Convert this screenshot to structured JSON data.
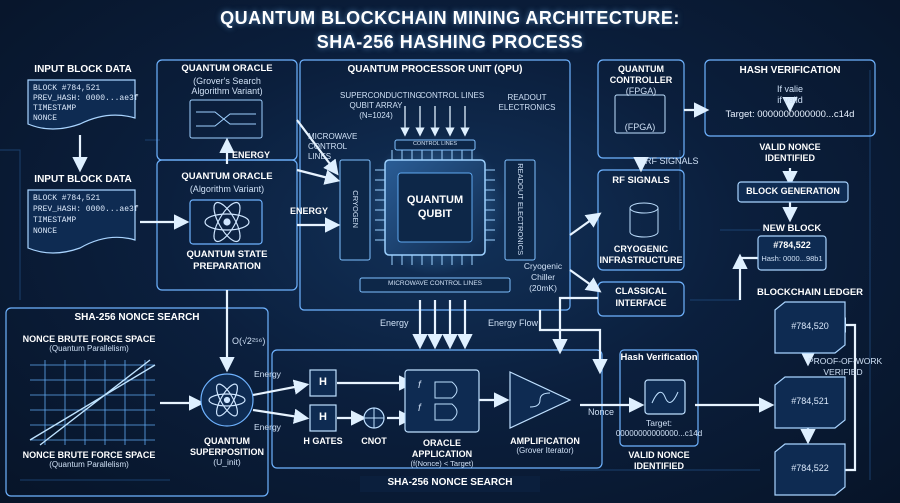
{
  "title_line1": "QUANTUM BLOCKCHAIN MINING ARCHITECTURE:",
  "title_line2": "SHA-256 HASHING PROCESS",
  "input_top": {
    "heading": "INPUT BLOCK DATA",
    "lines": [
      "BLOCK #784,521",
      "PREV_HASH: 0000...ae3f",
      "TIMESTAMP",
      "NONCE"
    ]
  },
  "input_mid": {
    "heading": "INPUT BLOCK DATA",
    "lines": [
      "BLOCK #784,521",
      "PREV_HASH: 0000...ae3f",
      "TIMESTAMP",
      "NONCE"
    ]
  },
  "oracle_top": {
    "title": "QUANTUM ORACLE",
    "sub1": "(Grover's Search",
    "sub2": "Algorithm Variant)"
  },
  "oracle_mid": {
    "title": "QUANTUM ORACLE",
    "sub": "(Algorithm Variant)",
    "prep1": "QUANTUM STATE",
    "prep2": "PREPARATION"
  },
  "energy_labels": {
    "up": "ENERGY",
    "right": "ENERGY",
    "left1": "Energy",
    "left2": "Energy",
    "bottom1": "Energy",
    "bottom2": "Energy Flow"
  },
  "qpu": {
    "title": "QUANTUM PROCESSOR UNIT (QPU)",
    "qubit_array1": "SUPERCONDUCTING",
    "qubit_array2": "QUBIT ARRAY",
    "qubit_array3": "(N=1024)",
    "control_lines": "CONTROL LINES",
    "readout1": "READOUT",
    "readout2": "ELECTRONICS",
    "microwave1": "MICROWAVE",
    "microwave2": "CONTROL",
    "microwave3": "LINES",
    "chip1": "QUANTUM",
    "chip2": "QUBIT",
    "left_vertical": "CRYOGEN",
    "right_vertical": "READOUT ELECTRONICS",
    "bottom_strip": "MICROWAVE CONTROL LINES",
    "top_strip": "CONTROL LINES",
    "cryo1": "Cryogenic",
    "cryo2": "Chiller",
    "cryo3": "(20mK)"
  },
  "controller": {
    "title1": "QUANTUM",
    "title2": "CONTROLLER",
    "title3": "(FPGA)",
    "inner": "(FPGA)",
    "rf": "RF SIGNALS"
  },
  "rf_box": {
    "title": "RF SIGNALS",
    "sub1": "CRYOGENIC",
    "sub2": "INFRASTRUCTURE"
  },
  "classical": {
    "line1": "CLASSICAL",
    "line2": "INTERFACE"
  },
  "hash_top": {
    "title": "HASH VERIFICATION",
    "line1": "If valie",
    "line2": "if valid",
    "target": "Target: 0000000000000...c14d"
  },
  "valid_top": {
    "line1": "VALID NONCE",
    "line2": "IDENTIFIED"
  },
  "block_gen": "BLOCK GENERATION",
  "new_block": {
    "title": "NEW BLOCK",
    "number": "#784,522",
    "hash": "Hash: 0000...98b1"
  },
  "ledger": {
    "title": "BLOCKCHAIN LEDGER",
    "b1": "#784,520",
    "b2": "#784,521",
    "b3": "#784,522",
    "pow1": "PROOF-OF-WORK",
    "pow2": "VERIFIED"
  },
  "nonce_search": {
    "title": "SHA-256 NONCE SEARCH",
    "space_top1": "NONCE BRUTE FORCE SPACE",
    "space_top2": "(Quantum Parallelism)",
    "space_bot1": "NONCE BRUTE FORCE SPACE",
    "space_bot2": "(Quantum Parallelism)",
    "complexity": "O(√2²⁵⁶)",
    "superposition1": "QUANTUM",
    "superposition2": "SUPERPOSITION",
    "superposition3": "(U_init)",
    "h_gate": "H",
    "h_gates": "H GATES",
    "cnot": "CNOT",
    "oracle1": "ORACLE",
    "oracle2": "APPLICATION",
    "oracle3": "(f(Nonce) < Target)",
    "f1": "f",
    "f2": "f",
    "amp1": "AMPLIFICATION",
    "amp2": "(Grover Iterator)",
    "nonce": "Nonce",
    "bottom_title": "SHA-256 NONCE SEARCH"
  },
  "hash_bottom": {
    "title": "Hash Verification",
    "target1": "Target:",
    "target2": "00000000000000...c14d",
    "valid1": "VALID NONCE",
    "valid2": "IDENTIFIED"
  }
}
